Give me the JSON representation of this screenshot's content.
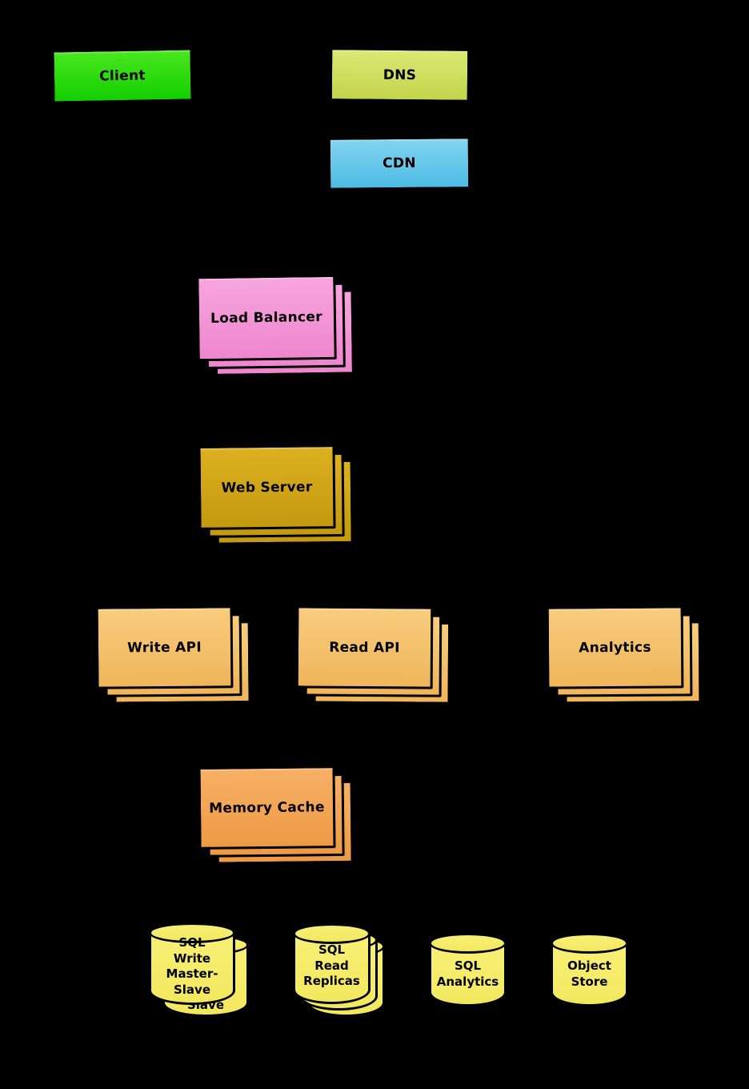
{
  "diagram": {
    "type": "system-architecture",
    "background_color": "#000000",
    "nodes": {
      "client": {
        "label": "Client",
        "color": "#2fd907",
        "stacked": false
      },
      "dns": {
        "label": "DNS",
        "color": "#cde05f",
        "stacked": false
      },
      "cdn": {
        "label": "CDN",
        "color": "#67c8e9",
        "stacked": false
      },
      "load_balancer": {
        "label": "Load Balancer",
        "color": "#f59ad9",
        "stacked": true
      },
      "web_server": {
        "label": "Web Server",
        "color": "#d2a414",
        "stacked": true
      },
      "write_api": {
        "label": "Write API",
        "color": "#f5c470",
        "stacked": true
      },
      "read_api": {
        "label": "Read API",
        "color": "#f5c470",
        "stacked": true
      },
      "analytics": {
        "label": "Analytics",
        "color": "#f5c470",
        "stacked": true
      },
      "memory_cache": {
        "label": "Memory Cache",
        "color": "#f3a855",
        "stacked": true
      },
      "sql_write_master_slave": {
        "label": "SQL Write Master-Slave",
        "lines": [
          "SQL",
          "Write",
          "Master-",
          "Slave"
        ],
        "back_label": "Slave",
        "color": "#f6ee6d",
        "stacked": true
      },
      "sql_read_replicas": {
        "label": "SQL Read Replicas",
        "lines": [
          "SQL",
          "Read",
          "Replicas"
        ],
        "color": "#f6ee6d",
        "stacked": true
      },
      "sql_analytics": {
        "label": "SQL Analytics",
        "lines": [
          "SQL",
          "Analytics"
        ],
        "color": "#f6ee6d",
        "stacked": false
      },
      "object_store": {
        "label": "Object Store",
        "lines": [
          "Object",
          "Store"
        ],
        "color": "#f6ee6d",
        "stacked": false
      }
    }
  }
}
